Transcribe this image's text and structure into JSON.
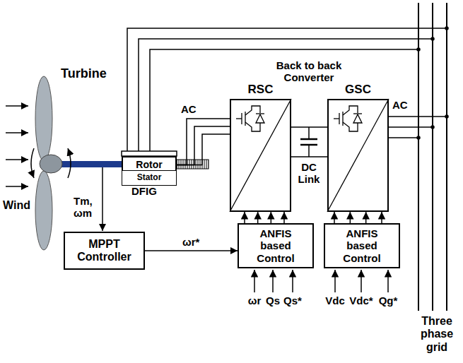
{
  "diagram": {
    "nodes": [
      {
        "text": [
          "Rotor"
        ]
      },
      {
        "text": [
          "Stator"
        ]
      },
      {
        "text": [
          "RSC"
        ]
      },
      {
        "text": [
          "GSC"
        ]
      },
      {
        "text": [
          "MPPT Controller"
        ]
      },
      {
        "text": [
          "ANFIS based Control"
        ]
      },
      {
        "text": [
          "ANFIS based Control"
        ]
      }
    ],
    "edges": [
      {
        "from": 0,
        "to": 2,
        "arrow": "none"
      },
      {
        "from": 2,
        "to": 3,
        "arrow": "none"
      },
      {
        "from": 4,
        "to": 5,
        "label": "ωr*",
        "arrow": "to"
      },
      {
        "from": 5,
        "to": 2,
        "arrow": "to"
      },
      {
        "from": 6,
        "to": 3,
        "arrow": "to"
      }
    ],
    "labels": [
      "Turbine",
      "Wind",
      "Tm, ωm",
      "DFIG",
      "AC",
      "Back to back Converter",
      "DC Link",
      "AC",
      "ωr",
      "Qs",
      "Qs*",
      "Vdc",
      "Vdc*",
      "Qg*",
      "Three phase grid"
    ]
  }
}
